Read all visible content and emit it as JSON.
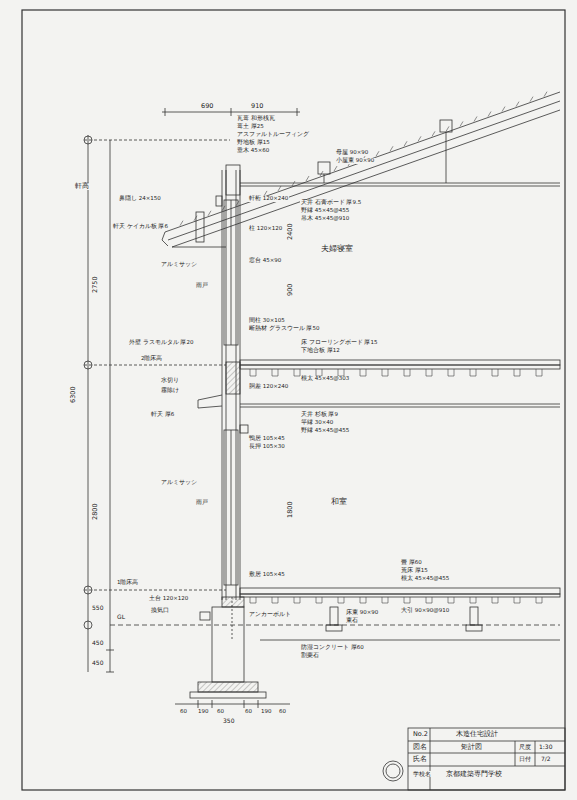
{
  "diagram": {
    "labels": [
      "690",
      "910",
      "軒高",
      "2750",
      "6300",
      "2800",
      "550",
      "450",
      "450",
      "60",
      "190",
      "60",
      "60",
      "190",
      "60",
      "350",
      "夫婦寝室",
      "和室",
      "2400",
      "900",
      "1800",
      "瓦葺 和形桟瓦",
      "葺土 厚25",
      "アスファルトルーフィング",
      "野地板 厚15",
      "垂木 45×60",
      "母屋 90×90",
      "小屋束 90×90",
      "鼻隠し 24×150",
      "軒天 ケイカル板 厚6",
      "軒桁 120×240",
      "天井 石膏ボード 厚9.5",
      "野縁 45×45@455",
      "吊木 45×45@910",
      "柱 120×120",
      "窓台 45×90",
      "アルミサッシ",
      "雨戸",
      "間柱 30×105",
      "断熱材 グラスウール 厚50",
      "外壁 ラスモルタル 厚20",
      "床 フローリングボード 厚15",
      "下地合板 厚12",
      "根太 45×45@303",
      "2階床高",
      "胴差 120×240",
      "天井 杉板 厚9",
      "竿縁 30×40",
      "野縁 45×45@455",
      "水切り",
      "霧除け",
      "軒天 厚6",
      "鴨居 105×45",
      "長押 105×30",
      "アルミサッシ",
      "雨戸",
      "敷居 105×45",
      "畳 厚60",
      "荒床 厚15",
      "根太 45×45@455",
      "大引 90×90@910",
      "1階床高",
      "土台 120×120",
      "床束 90×90",
      "束石",
      "GL",
      "換気口",
      "アンカーボルト",
      "防湿コンクリート 厚60",
      "割栗石",
      "No.2",
      "木造住宅設計",
      "図名",
      "矩計図",
      "尺度",
      "1:30",
      "氏名",
      "日付",
      "7/2",
      "学校名",
      "京都建築専門学校"
    ]
  }
}
